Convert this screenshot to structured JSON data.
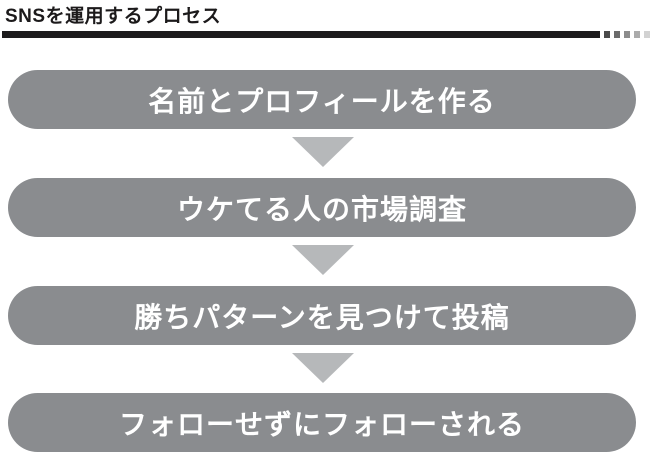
{
  "header": {
    "title": "SNSを運用するプロセス"
  },
  "flow": {
    "steps": [
      {
        "label": "名前とプロフィールを作る"
      },
      {
        "label": "ウケてる人の市場調査"
      },
      {
        "label": "勝ちパターンを見つけて投稿"
      },
      {
        "label": "フォローせずにフォローされる"
      }
    ],
    "connector": "down-triangle-arrow"
  },
  "colors": {
    "box-bg": "#8a8c8f",
    "box-text": "#ffffff",
    "arrow": "#b6b8ba",
    "title-text": "#1c1a1b",
    "rule": "#1d1b1c"
  }
}
